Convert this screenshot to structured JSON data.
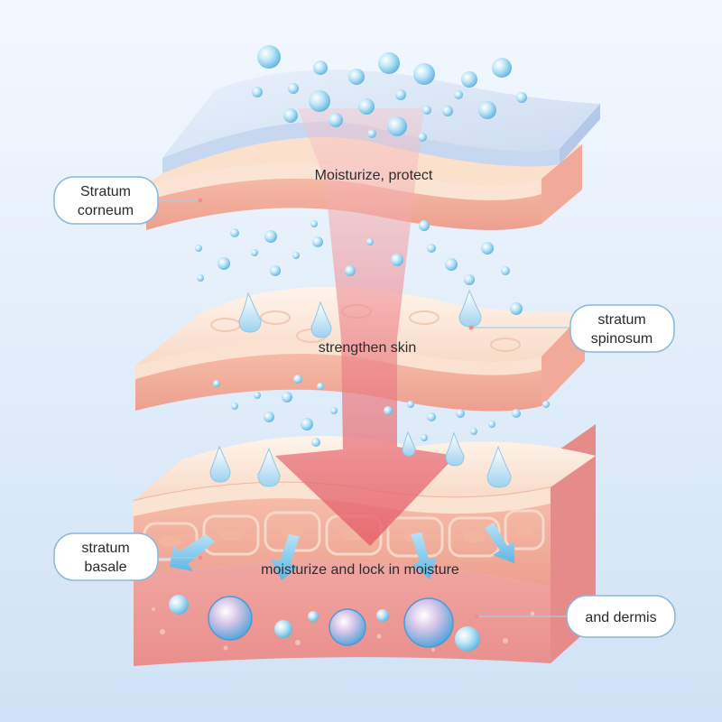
{
  "labels": {
    "stratum_corneum": [
      "Stratum",
      "corneum"
    ],
    "stratum_spinosum": [
      "stratum",
      "spinosum"
    ],
    "stratum_basale": [
      "stratum",
      "basale"
    ],
    "dermis": "and dermis"
  },
  "captions": {
    "top": "Moisturize, protect",
    "middle": "strengthen skin",
    "bottom": "moisturize and lock in moisture"
  },
  "colors": {
    "background_top": "#eef6fd",
    "background_bottom": "#cfe3f5",
    "skin_light": "#fdeee2",
    "skin_mid": "#f6c9b4",
    "skin_dark": "#ec9f93",
    "film": "#d9e6f8",
    "arrow": "#e8727a",
    "droplet": "#9fd4ee",
    "callout_border": "#8ab8dc"
  }
}
